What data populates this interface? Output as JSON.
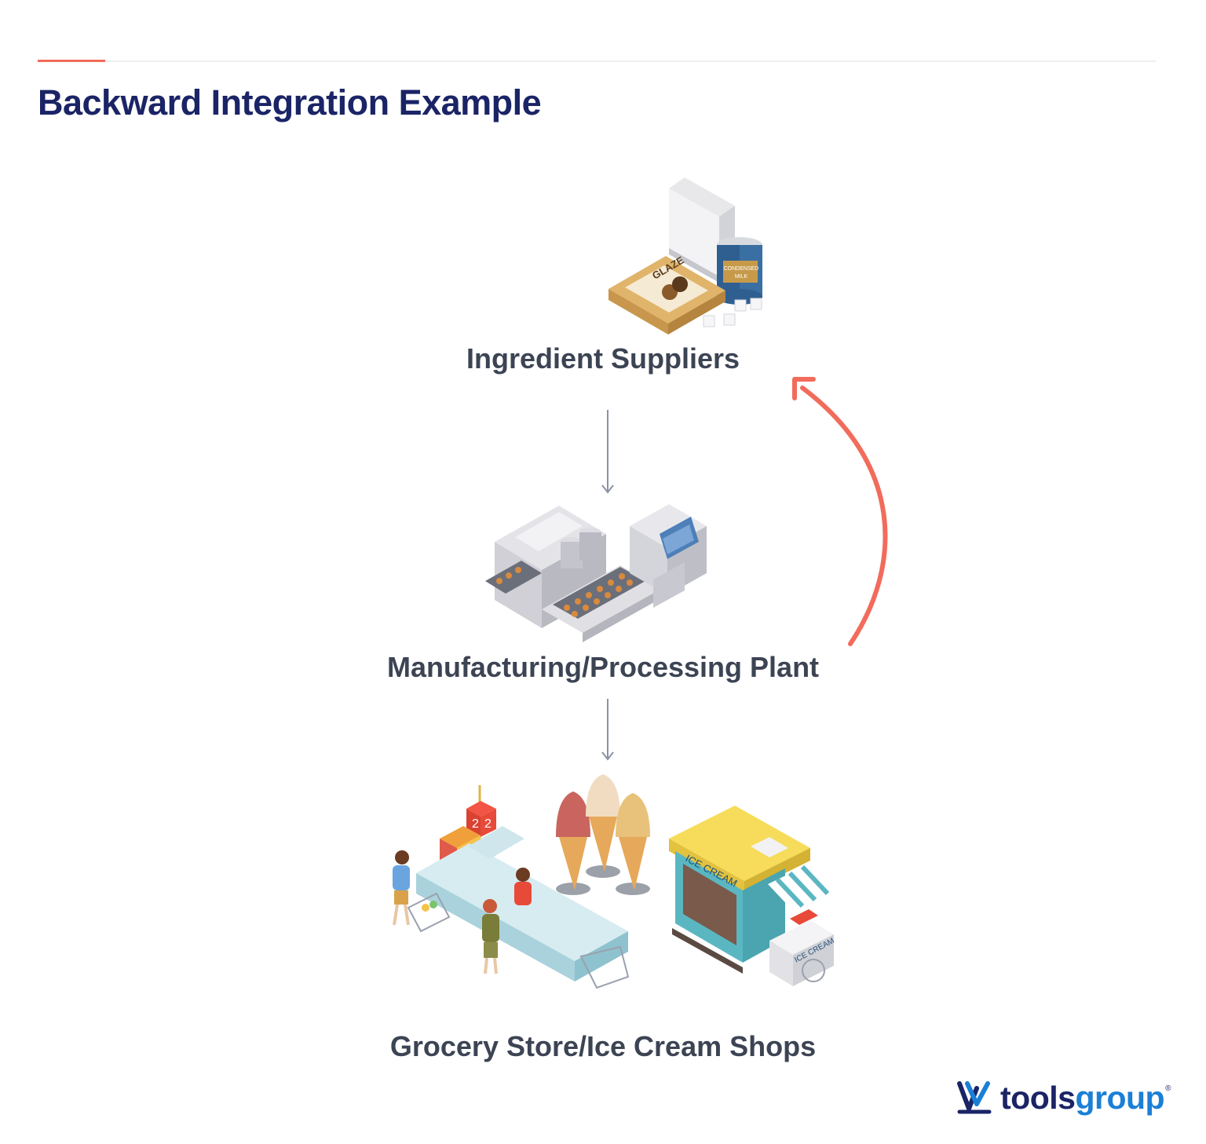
{
  "header": {
    "title": "Backward Integration Example"
  },
  "stages": [
    {
      "label": "Ingredient Suppliers",
      "icon": "ingredients-illustration"
    },
    {
      "label": "Manufacturing/Processing Plant",
      "icon": "factory-illustration"
    },
    {
      "label": "Grocery Store/Ice Cream Shops",
      "icon": "retail-illustration"
    }
  ],
  "ingredients": {
    "box_label": "GLAZE",
    "can_label_line1": "CONDENSED",
    "can_label_line2": "MILK"
  },
  "retail": {
    "price_digit_1": "2",
    "price_digit_2": "2",
    "shop_sign": "ICE CREAM",
    "cart_sign": "ICE CREAM"
  },
  "colors": {
    "accent": "#f26b5b",
    "title": "#1a2466",
    "label": "#3c4454",
    "arrow": "#8a93a3",
    "logo_blue": "#1b7fd6"
  },
  "logo": {
    "text_a": "tools",
    "text_b": "group",
    "reg": "®"
  }
}
